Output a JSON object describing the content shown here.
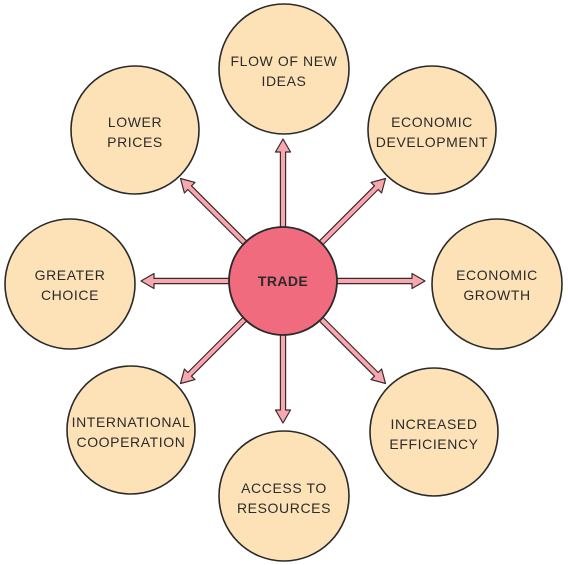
{
  "center": {
    "label": "TRADE"
  },
  "nodes": [
    {
      "id": "flow-of-new-ideas",
      "lines": [
        "FLOW OF NEW",
        "IDEAS"
      ]
    },
    {
      "id": "economic-development",
      "lines": [
        "ECONOMIC",
        "DEVELOPMENT"
      ]
    },
    {
      "id": "economic-growth",
      "lines": [
        "ECONOMIC",
        "GROWTH"
      ]
    },
    {
      "id": "increased-efficiency",
      "lines": [
        "INCREASED",
        "EFFICIENCY"
      ]
    },
    {
      "id": "access-to-resources",
      "lines": [
        "ACCESS TO",
        "RESOURCES"
      ]
    },
    {
      "id": "international-cooperation",
      "lines": [
        "INTERNATIONAL",
        "COOPERATION"
      ]
    },
    {
      "id": "greater-choice",
      "lines": [
        "GREATER",
        "CHOICE"
      ]
    },
    {
      "id": "lower-prices",
      "lines": [
        "LOWER",
        "PRICES"
      ]
    }
  ],
  "colors": {
    "hub_fill": "#f06b7e",
    "bubble_fill": "#fde2b7",
    "arrow_fill": "#f7a7b0",
    "outline": "#2a2a2a"
  }
}
